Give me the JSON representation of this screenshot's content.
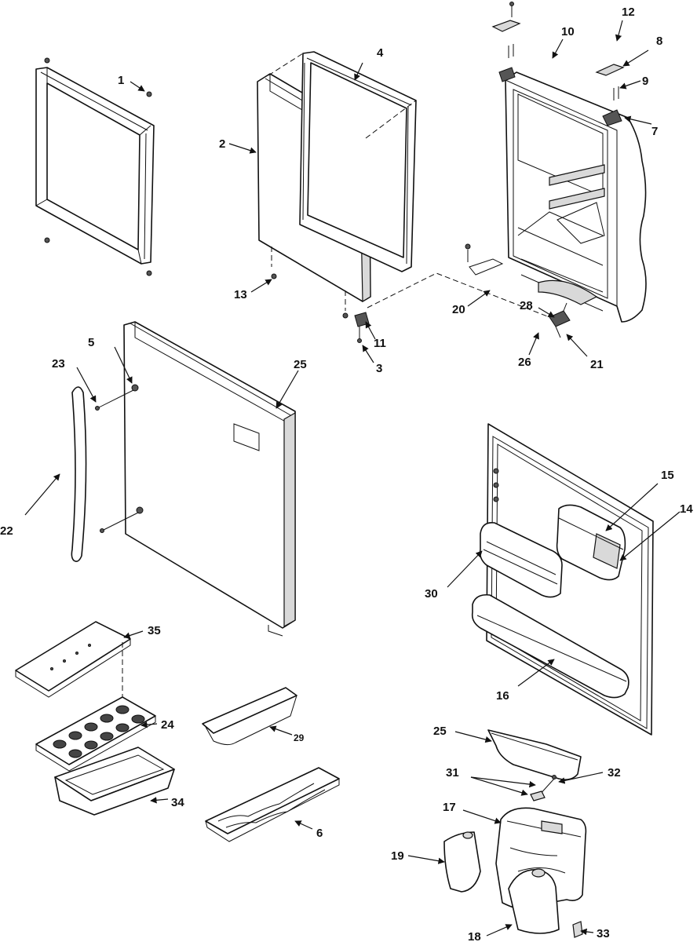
{
  "callouts": {
    "c1": "1",
    "c2": "2",
    "c3": "3",
    "c4": "4",
    "c5": "5",
    "c6": "6",
    "c7": "7",
    "c8": "8",
    "c9": "9",
    "c10": "10",
    "c11": "11",
    "c12": "12",
    "c13": "13",
    "c14": "14",
    "c15": "15",
    "c16": "16",
    "c17": "17",
    "c18": "18",
    "c19": "19",
    "c20": "20",
    "c21": "21",
    "c22": "22",
    "c23": "23",
    "c24": "24",
    "c25a": "25",
    "c25b": "25",
    "c26": "26",
    "c28": "28",
    "c29": "29",
    "c30": "30",
    "c31": "31",
    "c32": "32",
    "c33": "33",
    "c34": "34",
    "c35": "35"
  }
}
